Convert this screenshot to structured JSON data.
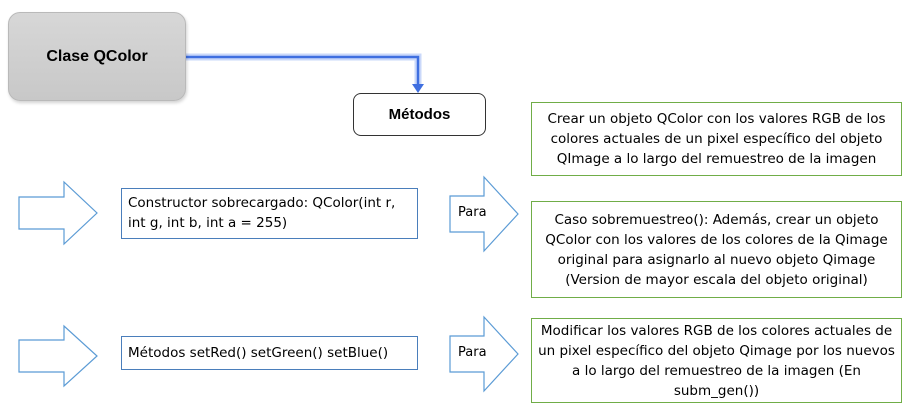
{
  "class_node": {
    "label": "Clase QColor"
  },
  "methods_node": {
    "label": "Métodos"
  },
  "rows": [
    {
      "method_text": "Constructor sobrecargado: QColor(int r, int g, int b, int a = 255)",
      "arrow_label": "Para",
      "descriptions": [
        "Crear un objeto QColor con los valores RGB de los colores actuales de un pixel específico del objeto QImage a lo largo del remuestreo de la imagen",
        "Caso sobremuestreo(): Además, crear un objeto QColor con los valores de los colores de la Qimage original para asignarlo al nuevo objeto Qimage (Version de mayor escala del objeto original)"
      ]
    },
    {
      "method_text": "Métodos setRed() setGreen() setBlue()",
      "arrow_label": "Para",
      "descriptions": [
        "Modificar los valores RGB de los colores actuales de un pixel específico del objeto Qimage por los nuevos a lo largo del remuestreo de la imagen (En subm_gen())"
      ]
    }
  ],
  "colors": {
    "connector": "#3f6fe0",
    "method_border": "#4a7ebb",
    "description_border": "#70ad47",
    "arrow_outline": "#5b9bd5"
  }
}
